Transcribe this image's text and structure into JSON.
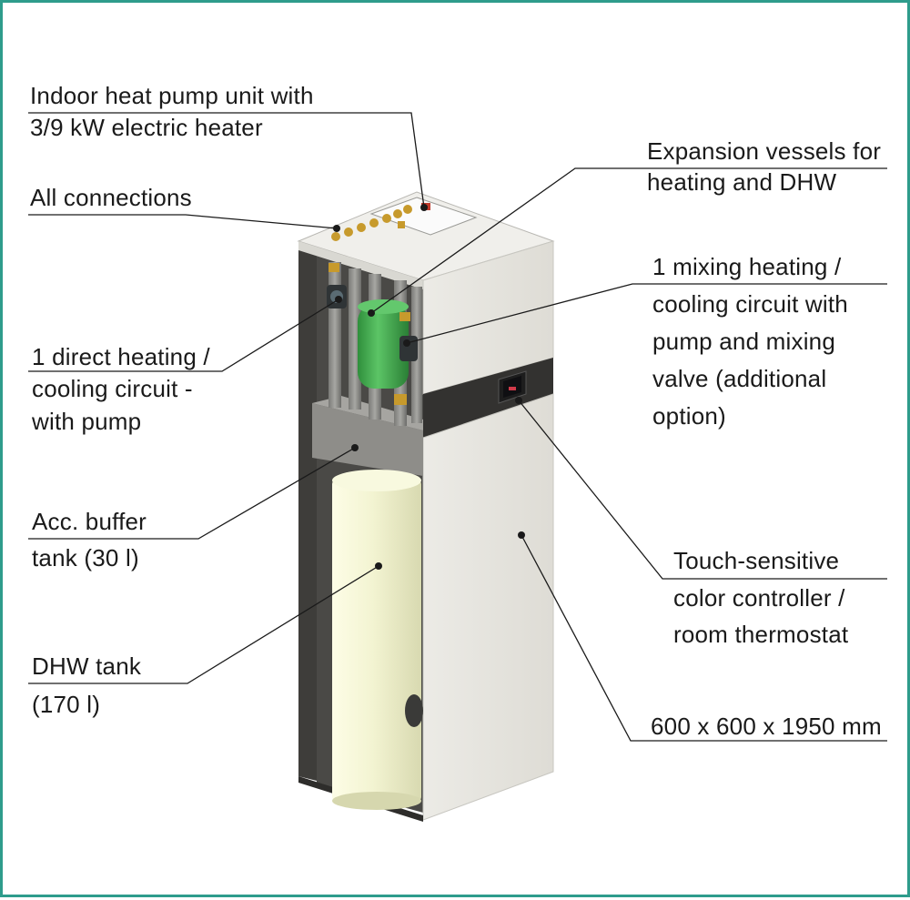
{
  "colors": {
    "border": "#2e9c8c",
    "text": "#1a1a1a",
    "leader_line": "#1a1a1a",
    "cabinet_panel": "#e6e5e0",
    "cabinet_dark": "#3e3d3a",
    "tank": "#f1f2cf",
    "expansion_vessel": "#3aa84a",
    "pipe_insulation": "#8f8f8c",
    "brass_fitting": "#c79a2c"
  },
  "labels": {
    "indoor_unit": [
      "Indoor heat pump unit with",
      "3/9 kW electric heater"
    ],
    "connections": [
      "All connections"
    ],
    "expansion_vessels": [
      "Expansion vessels for",
      "heating and DHW"
    ],
    "mixing_circuit": [
      "1 mixing heating /",
      "cooling circuit with",
      "pump and mixing",
      "valve (additional",
      "option)"
    ],
    "direct_circuit": [
      "1 direct heating /",
      "cooling circuit -",
      "with pump"
    ],
    "buffer_tank": [
      "Acc. buffer",
      "tank (30 l)"
    ],
    "controller": [
      "Touch-sensitive",
      "color controller /",
      "room thermostat"
    ],
    "dhw_tank": [
      "DHW tank",
      "(170 l)"
    ],
    "dimensions": [
      "600 x 600 x 1950 mm"
    ]
  }
}
